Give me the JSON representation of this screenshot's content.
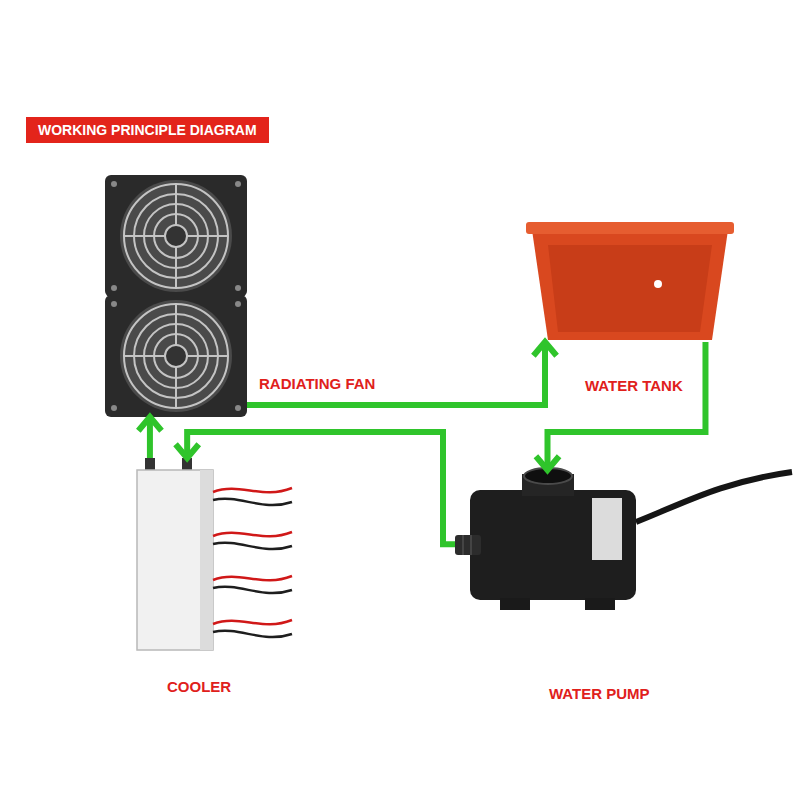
{
  "diagram": {
    "title": "WORKING PRINCIPLE DIAGRAM",
    "nodes": [
      {
        "text": [
          "RADIATING FAN"
        ]
      },
      {
        "text": [
          "WATER TANK"
        ]
      },
      {
        "text": [
          "COOLER"
        ]
      },
      {
        "text": [
          "WATER PUMP"
        ]
      }
    ],
    "edges": [
      {
        "from": 3,
        "to": 2,
        "arrow": "to"
      },
      {
        "from": 2,
        "to": 0,
        "arrow": "to"
      },
      {
        "from": 0,
        "to": 1,
        "arrow": "to"
      },
      {
        "from": 1,
        "to": 3,
        "arrow": "to"
      }
    ]
  }
}
